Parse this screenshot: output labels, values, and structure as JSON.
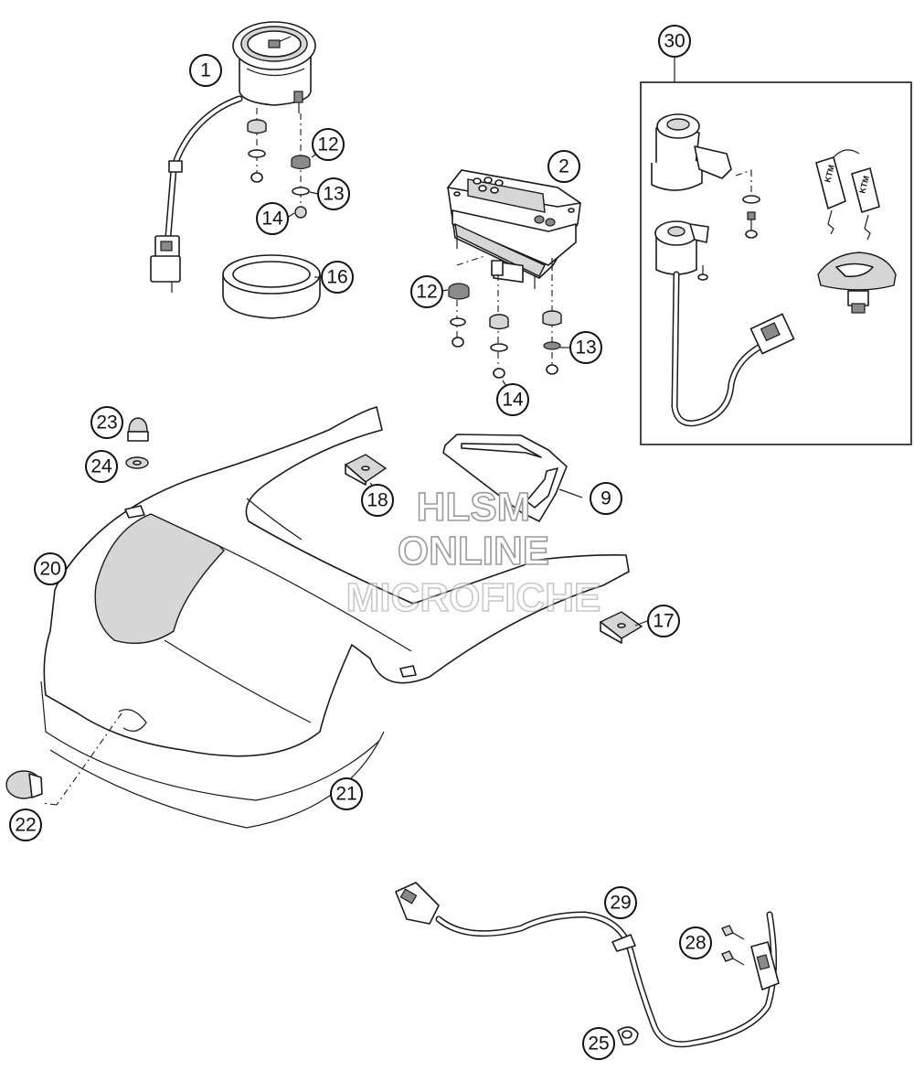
{
  "callouts": [
    {
      "id": "c1",
      "label": "1"
    },
    {
      "id": "c2",
      "label": "2"
    },
    {
      "id": "c30",
      "label": "30"
    },
    {
      "id": "c12a",
      "label": "12"
    },
    {
      "id": "c13a",
      "label": "13"
    },
    {
      "id": "c14a",
      "label": "14"
    },
    {
      "id": "c16",
      "label": "16"
    },
    {
      "id": "c12b",
      "label": "12"
    },
    {
      "id": "c13b",
      "label": "13"
    },
    {
      "id": "c14b",
      "label": "14"
    },
    {
      "id": "c23",
      "label": "23"
    },
    {
      "id": "c24",
      "label": "24"
    },
    {
      "id": "c18",
      "label": "18"
    },
    {
      "id": "c9",
      "label": "9"
    },
    {
      "id": "c20",
      "label": "20"
    },
    {
      "id": "c17",
      "label": "17"
    },
    {
      "id": "c21",
      "label": "21"
    },
    {
      "id": "c22",
      "label": "22"
    },
    {
      "id": "c29",
      "label": "29"
    },
    {
      "id": "c28",
      "label": "28"
    },
    {
      "id": "c25",
      "label": "25"
    }
  ],
  "watermark": {
    "line1": "HLSM",
    "line2": "ONLINE",
    "line3": "MICROFICHE"
  },
  "key_logo": "KTM"
}
